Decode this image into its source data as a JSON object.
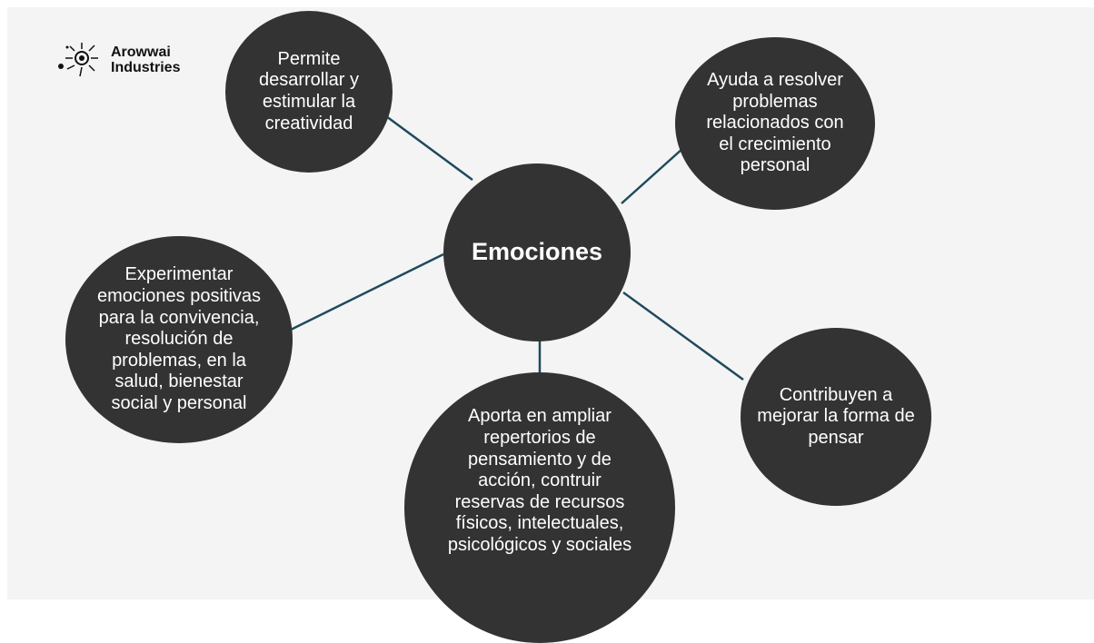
{
  "brand": {
    "name": "Arowwai\nIndustries",
    "logo_icon": "sun-burst-icon"
  },
  "diagram": {
    "center": "Emociones",
    "nodes": [
      "Permite\ndesarrollar y\nestimular la\ncreatividad",
      "Ayuda a resolver\nproblemas\nrelacionados con\nel crecimiento\npersonal",
      "Experimentar\nemociones positivas\npara la convivencia,\nresolución de\nproblemas, en la\nsalud, bienestar\nsocial y personal",
      "Contribuyen a\nmejorar la forma de\npensar",
      "Aporta en ampliar\nrepertorios de\npensamiento y de\nacción, contruir\nreservas de recursos\nfísicos, intelectuales,\npsicológicos y sociales"
    ]
  },
  "colors": {
    "background": "#f4f4f4",
    "node_fill": "#333333",
    "node_text": "#ffffff",
    "connector": "#1f4a5c"
  }
}
